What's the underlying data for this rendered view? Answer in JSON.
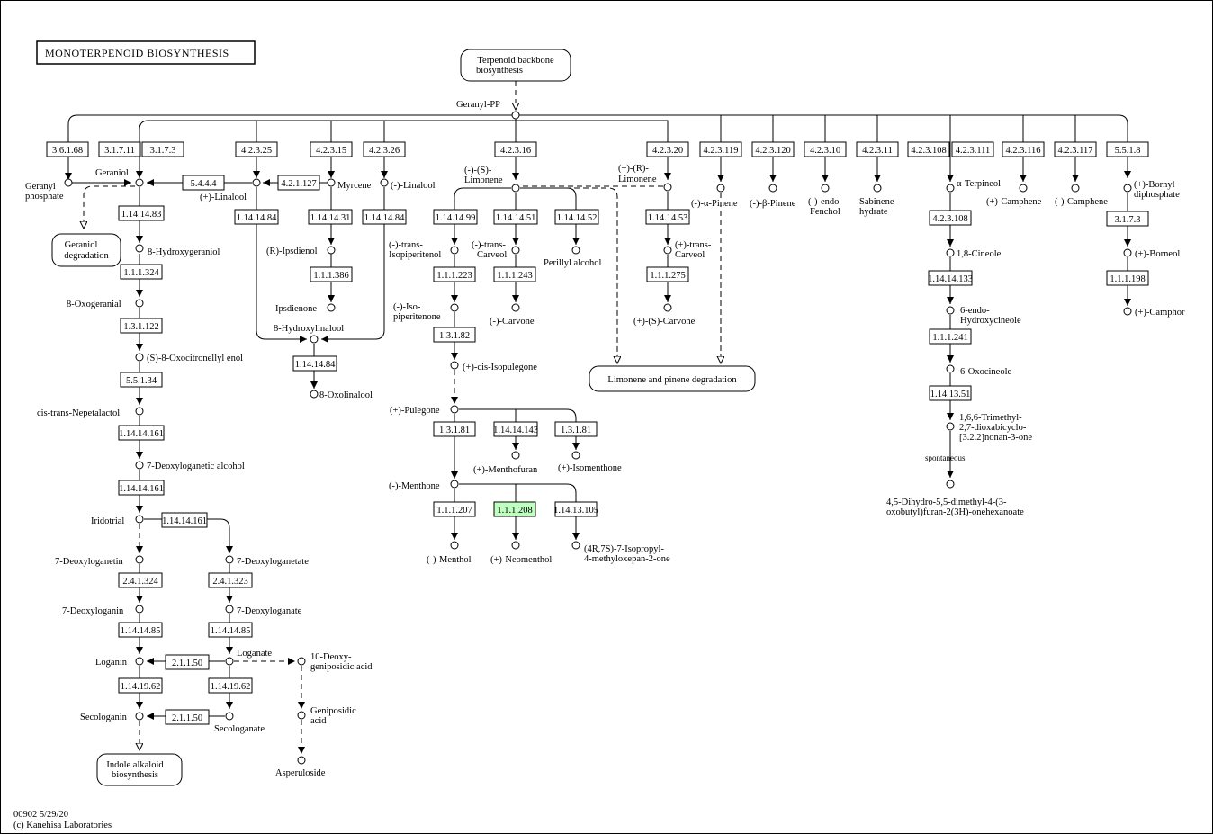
{
  "title": "MONOTERPENOID BIOSYNTHESIS",
  "footer": {
    "line1": "00902 5/29/20",
    "line2": "(c) Kanehisa Laboratories"
  },
  "maps": {
    "terpenoid": [
      "Terpenoid backbone",
      "biosynthesis"
    ],
    "geraniol_deg": [
      "Geraniol",
      "degradation"
    ],
    "limonene_deg": "Limonene and pinene degradation",
    "indole": [
      "Indole alkaloid",
      "biosynthesis"
    ]
  },
  "enzymes": {
    "e3_6_1_68": "3.6.1.68",
    "e3_1_7_11": "3.1.7.11",
    "e3_1_7_3a": "3.1.7.3",
    "e4_2_3_25": "4.2.3.25",
    "e4_2_3_15": "4.2.3.15",
    "e4_2_3_26": "4.2.3.26",
    "e4_2_3_16": "4.2.3.16",
    "e4_2_3_20": "4.2.3.20",
    "e4_2_3_119": "4.2.3.119",
    "e4_2_3_120": "4.2.3.120",
    "e4_2_3_10": "4.2.3.10",
    "e4_2_3_11": "4.2.3.11",
    "e4_2_3_108a": "4.2.3.108",
    "e4_2_3_111": "4.2.3.111",
    "e4_2_3_116": "4.2.3.116",
    "e4_2_3_117": "4.2.3.117",
    "e5_5_1_8": "5.5.1.8",
    "e5_4_4_4": "5.4.4.4",
    "e4_2_1_127": "4.2.1.127",
    "e1_14_14_83": "1.14.14.83",
    "e1_1_1_324": "1.1.1.324",
    "e1_3_1_122": "1.3.1.122",
    "e5_5_1_34": "5.5.1.34",
    "e1_14_14_161a": "1.14.14.161",
    "e1_14_14_161b": "1.14.14.161",
    "e1_14_14_161c": "1.14.14.161",
    "e2_4_1_324": "2.4.1.324",
    "e2_4_1_323": "2.4.1.323",
    "e1_14_14_85a": "1.14.14.85",
    "e1_14_14_85b": "1.14.14.85",
    "e2_1_1_50a": "2.1.1.50",
    "e2_1_1_50b": "2.1.1.50",
    "e1_14_19_62a": "1.14.19.62",
    "e1_14_19_62b": "1.14.19.62",
    "e1_14_14_84a": "1.14.14.84",
    "e1_14_14_31": "1.14.14.31",
    "e1_14_14_84b": "1.14.14.84",
    "e1_1_1_386": "1.1.1.386",
    "e1_14_14_84c": "1.14.14.84",
    "e1_14_14_99": "1.14.14.99",
    "e1_14_14_51": "1.14.14.51",
    "e1_14_14_52": "1.14.14.52",
    "e1_1_1_223": "1.1.1.223",
    "e1_1_1_243": "1.1.1.243",
    "e1_3_1_82": "1.3.1.82",
    "e1_3_1_81a": "1.3.1.81",
    "e1_14_14_143": "1.14.14.143",
    "e1_3_1_81b": "1.3.1.81",
    "e1_1_1_207": "1.1.1.207",
    "e1_1_1_208": "1.1.1.208",
    "e1_14_13_105": "1.14.13.105",
    "e1_14_14_53": "1.14.14.53",
    "e1_1_1_275": "1.1.1.275",
    "e4_2_3_108b": "4.2.3.108",
    "e1_14_14_133": "1.14.14.133",
    "e1_1_1_241": "1.1.1.241",
    "e1_14_13_51": "1.14.13.51",
    "e3_1_7_3b": "3.1.7.3",
    "e1_1_1_198": "1.1.1.198"
  },
  "compounds": {
    "geranyl_pp": "Geranyl-PP",
    "geranyl_phosphate": [
      "Geranyl",
      "phosphate"
    ],
    "geraniol": "Geraniol",
    "linalool_plus": "(+)-Linalool",
    "myrcene": "Myrcene",
    "linalool_minus": "(-)-Linalool",
    "hydroxygeraniol": "8-Hydroxygeraniol",
    "oxogeranial": "8-Oxogeranial",
    "oxocitronellyl": "(S)-8-Oxocitronellyl enol",
    "nepetalactol": "cis-trans-Nepetalactol",
    "deoxyloganetic_alcohol": "7-Deoxyloganetic alcohol",
    "iridotrial": "Iridotrial",
    "deoxyloganetin": "7-Deoxyloganetin",
    "deoxyloganetate": "7-Deoxyloganetate",
    "deoxyloganin": "7-Deoxyloganin",
    "deoxyloganate": "7-Deoxyloganate",
    "loganin": "Loganin",
    "loganate": "Loganate",
    "deoxygeniposidic": [
      "10-Deoxy-",
      "geniposidic acid"
    ],
    "secologanin": "Secologanin",
    "secologanate": "Secologanate",
    "geniposidic": [
      "Geniposidic",
      "acid"
    ],
    "asperuloside": "Asperuloside",
    "ipsdienol": "(R)-Ipsdienol",
    "ipsdienone": "Ipsdienone",
    "hydroxylinalool": "8-Hydroxylinalool",
    "oxolinalool": "8-Oxolinalool",
    "s_limonene": [
      "(-)-(S)-",
      "Limonene"
    ],
    "r_limonene": [
      "(+)-(R)-",
      "Limonene"
    ],
    "isopiperitenol": [
      "(-)-trans-",
      "Isopiperitenol"
    ],
    "carveol_minus": [
      "(-)-trans-",
      "Carveol"
    ],
    "perillyl": "Perillyl alcohol",
    "carvone_minus": "(-)-Carvone",
    "isopiperitenone": [
      "(-)-Iso-",
      "piperitenone"
    ],
    "cis_isopulegone": "(+)-cis-Isopulegone",
    "pulegone": "(+)-Pulegone",
    "menthofuran": "(+)-Menthofuran",
    "isomenthone": "(+)-Isomenthone",
    "menthone": "(-)-Menthone",
    "menthol": "(-)-Menthol",
    "neomenthol": "(+)-Neomenthol",
    "isopropyl_oxepan": [
      "(4R,7S)-7-Isopropyl-",
      "4-methyloxepan-2-one"
    ],
    "carveol_plus": [
      "(+)-trans-",
      "Carveol"
    ],
    "carvone_plus": "(+)-(S)-Carvone",
    "alpha_pinene": "(-)-α-Pinene",
    "beta_pinene": "(-)-β-Pinene",
    "fenchol": [
      "(-)-endo-",
      "Fenchol"
    ],
    "sabinene": [
      "Sabinene",
      "hydrate"
    ],
    "terpineol": "α-Terpineol",
    "camphene_plus": "(+)-Camphene",
    "camphene_minus": "(-)-Camphene",
    "bornyl": [
      "(+)-Bornyl",
      "diphosphate"
    ],
    "cineole": "1,8-Cineole",
    "hydroxycineole": [
      "6-endo-",
      "Hydroxycineole"
    ],
    "oxocineole": "6-Oxocineole",
    "trimethyl": [
      "1,6,6-Trimethyl-",
      "2,7-dioxabicyclo-",
      "[3.2.2]nonan-3-one"
    ],
    "spontaneous": "spontaneous",
    "dihydro": [
      "4,5-Dihydro-5,5-dimethyl-4-(3-",
      "oxobutyl)furan-2(3H)-onehexanoate"
    ],
    "borneol": "(+)-Borneol",
    "camphor": "(+)-Camphor"
  }
}
